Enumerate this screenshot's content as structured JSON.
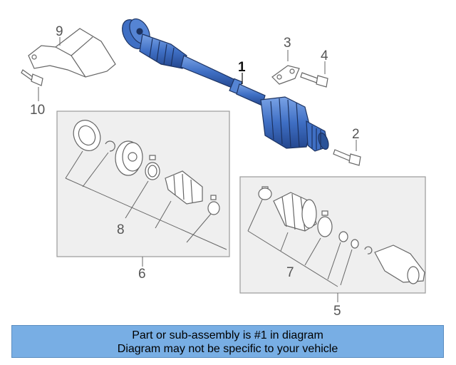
{
  "diagram": {
    "callouts": {
      "c1": "1",
      "c2": "2",
      "c3": "3",
      "c4": "4",
      "c5": "5",
      "c6": "6",
      "c7": "7",
      "c8": "8",
      "c9": "9",
      "c10": "10"
    },
    "highlight_color": "#3f6fc4",
    "line_color": "#666666"
  },
  "notice": {
    "line1": "Part or sub-assembly is #1 in diagram",
    "line2": "Diagram may not be specific to your vehicle",
    "background": "#78aee4"
  }
}
